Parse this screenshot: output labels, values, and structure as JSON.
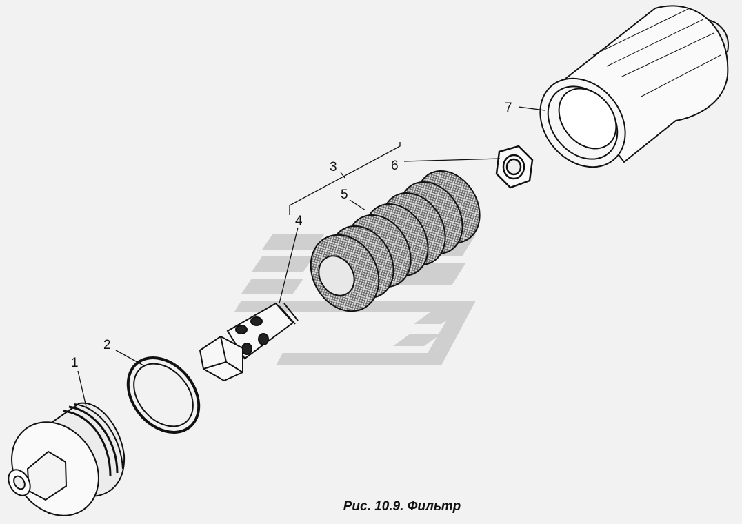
{
  "caption": "Рис. 10.9. Фильтр",
  "labels": [
    "1",
    "2",
    "3",
    "4",
    "5",
    "6",
    "7"
  ],
  "colors": {
    "ink": "#111111",
    "paper": "#f2f2f2",
    "watermark": "#c9c9c9",
    "mesh": "#8c8c8c"
  },
  "watermark": "gaz-logo-watermark"
}
